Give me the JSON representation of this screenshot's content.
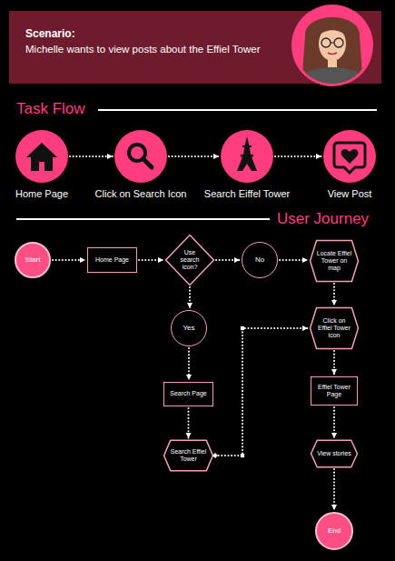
{
  "diagram": {
    "nodes": [
      {
        "text": [
          "Scenario:",
          "Michelle wants to view posts about the Effiel Tower"
        ]
      },
      {
        "text": [
          "Home Page"
        ]
      },
      {
        "text": [
          "Click on Search Icon"
        ]
      },
      {
        "text": [
          "Search Eiffel Tower"
        ]
      },
      {
        "text": [
          "View Post"
        ]
      },
      {
        "text": [
          "Start"
        ]
      },
      {
        "text": [
          "Home Page"
        ]
      },
      {
        "text": [
          "Use search icon?"
        ]
      },
      {
        "text": [
          "No"
        ]
      },
      {
        "text": [
          "Locate Effiel Tower on map"
        ]
      },
      {
        "text": [
          "Yes"
        ]
      },
      {
        "text": [
          "Click on Effiel Tower icon"
        ]
      },
      {
        "text": [
          "Search Page"
        ]
      },
      {
        "text": [
          "Effiel Tower Page"
        ]
      },
      {
        "text": [
          "Search Effiel Tower"
        ]
      },
      {
        "text": [
          "View stories"
        ]
      },
      {
        "text": [
          "End"
        ]
      }
    ],
    "edges": [
      {
        "from": 1,
        "to": 2,
        "arrow": "to"
      },
      {
        "from": 2,
        "to": 3,
        "arrow": "to"
      },
      {
        "from": 3,
        "to": 4,
        "arrow": "to"
      },
      {
        "from": 5,
        "to": 6,
        "arrow": "to"
      },
      {
        "from": 6,
        "to": 7,
        "arrow": "to"
      },
      {
        "from": 7,
        "to": 8,
        "arrow": "to"
      },
      {
        "from": 8,
        "to": 9,
        "arrow": "to"
      },
      {
        "from": 7,
        "to": 10,
        "arrow": "to"
      },
      {
        "from": 10,
        "to": 12,
        "arrow": "to"
      },
      {
        "from": 12,
        "to": 14,
        "arrow": "to"
      },
      {
        "from": 14,
        "to": 11,
        "arrow": "to"
      },
      {
        "from": 9,
        "to": 11,
        "arrow": "to"
      },
      {
        "from": 11,
        "to": 13,
        "arrow": "to"
      },
      {
        "from": 13,
        "to": 15,
        "arrow": "to"
      },
      {
        "from": 15,
        "to": 16,
        "arrow": "to"
      }
    ],
    "labels": [
      "Task Flow",
      "User Journey"
    ]
  }
}
